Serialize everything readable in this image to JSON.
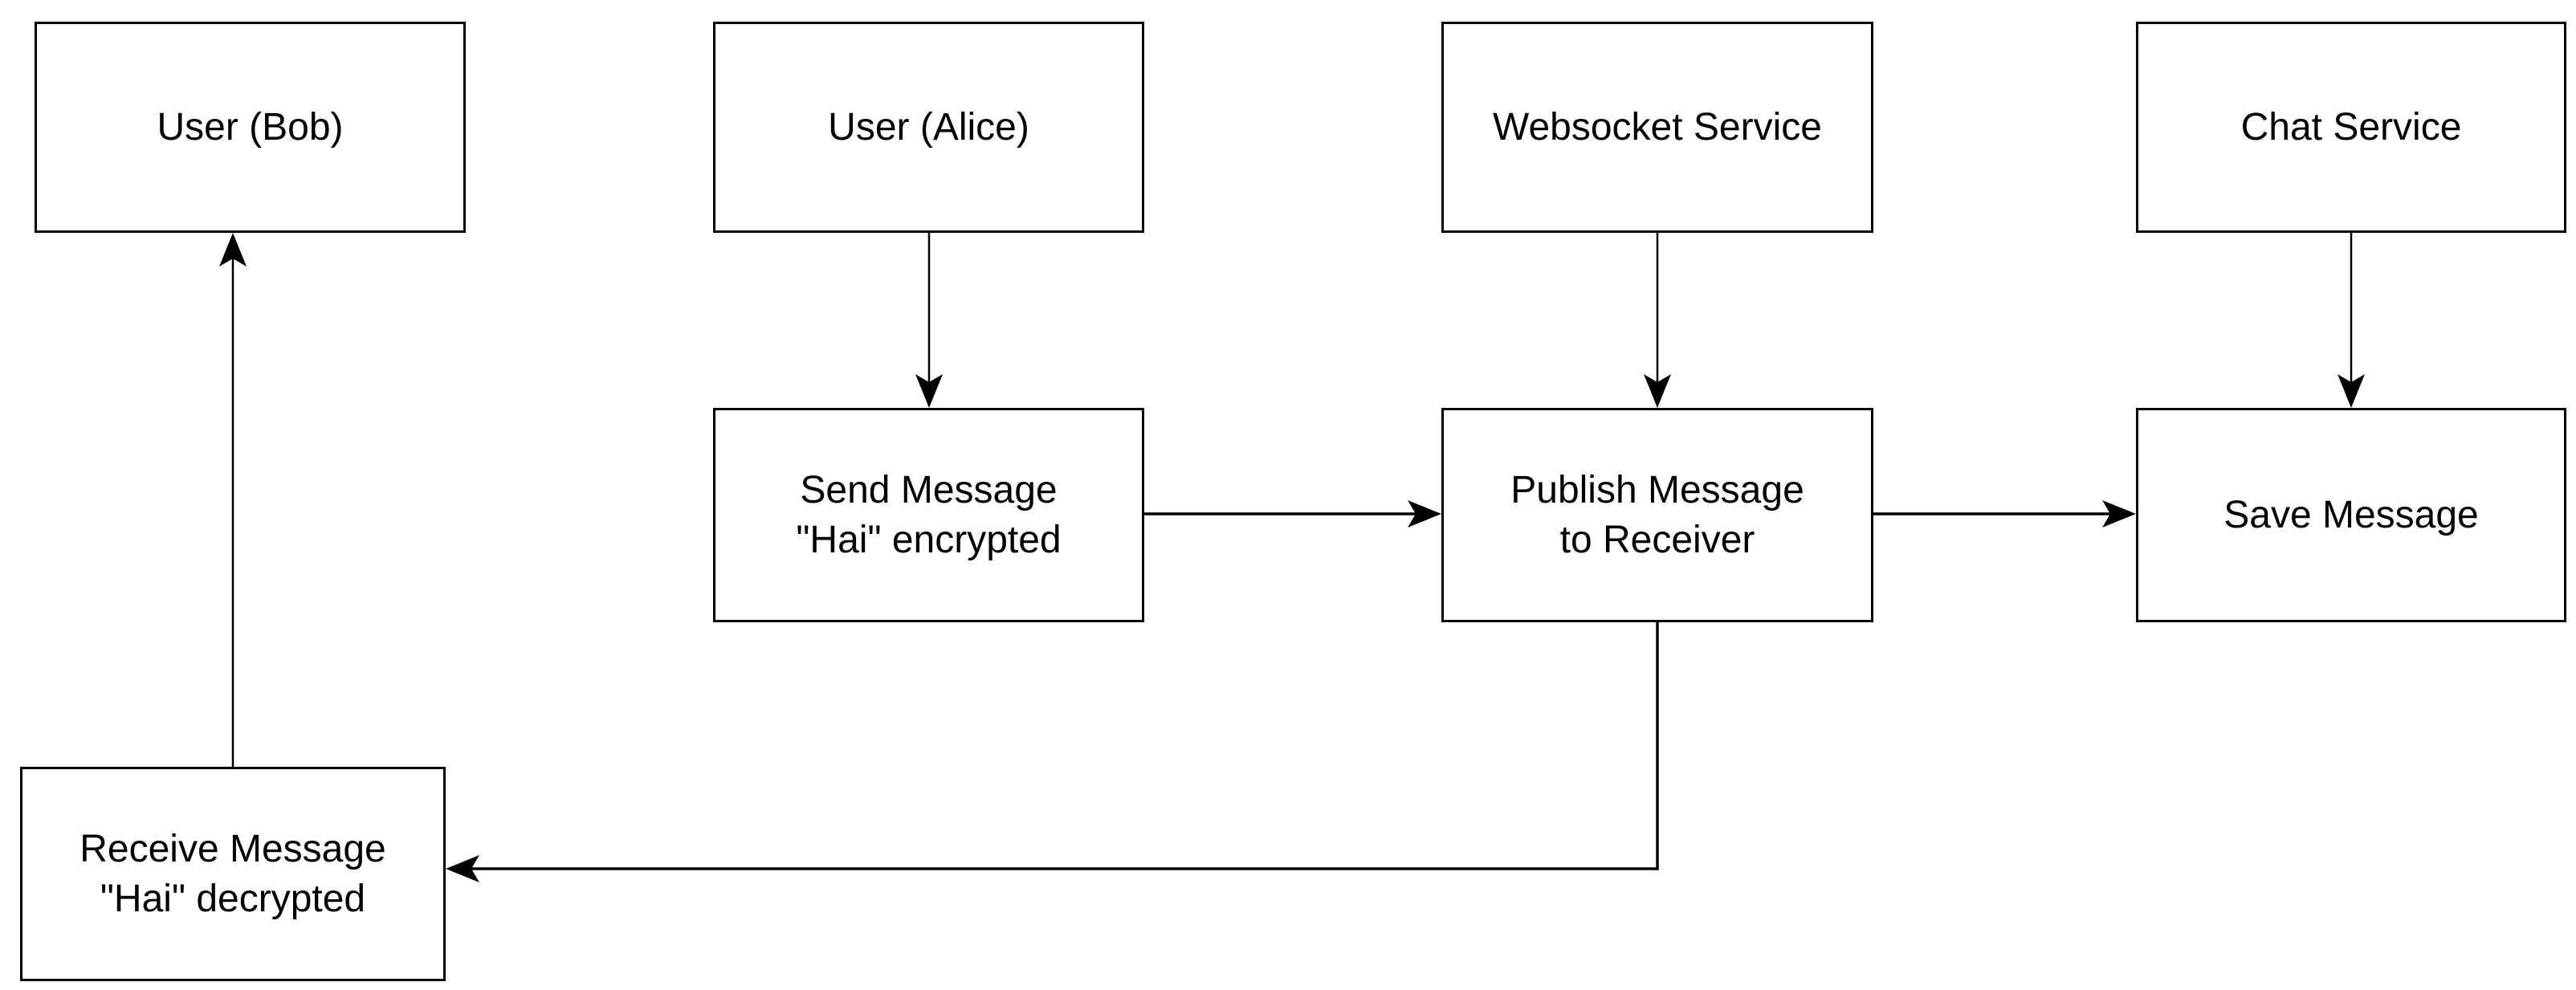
{
  "diagram": {
    "nodes": {
      "user_bob": {
        "lines": [
          "User (Bob)"
        ]
      },
      "user_alice": {
        "lines": [
          "User (Alice)"
        ]
      },
      "websocket_service": {
        "lines": [
          "Websocket Service"
        ]
      },
      "chat_service": {
        "lines": [
          "Chat Service"
        ]
      },
      "send_message": {
        "lines": [
          "Send Message",
          "\"Hai\" encrypted"
        ]
      },
      "publish_message": {
        "lines": [
          "Publish Message",
          "to Receiver"
        ]
      },
      "save_message": {
        "lines": [
          "Save Message"
        ]
      },
      "receive_message": {
        "lines": [
          "Receive Message",
          "\"Hai\" decrypted"
        ]
      }
    },
    "edges": [
      {
        "from": "user_alice",
        "to": "send_message",
        "direction": "down"
      },
      {
        "from": "websocket_service",
        "to": "publish_message",
        "direction": "down"
      },
      {
        "from": "chat_service",
        "to": "save_message",
        "direction": "down"
      },
      {
        "from": "send_message",
        "to": "publish_message",
        "direction": "right"
      },
      {
        "from": "publish_message",
        "to": "save_message",
        "direction": "right"
      },
      {
        "from": "publish_message",
        "to": "receive_message",
        "direction": "down-left"
      },
      {
        "from": "receive_message",
        "to": "user_bob",
        "direction": "up"
      }
    ],
    "colors": {
      "line": "#000000",
      "box_border": "#000000",
      "box_fill": "#ffffff",
      "background": "#ffffff",
      "text": "#000000"
    }
  }
}
